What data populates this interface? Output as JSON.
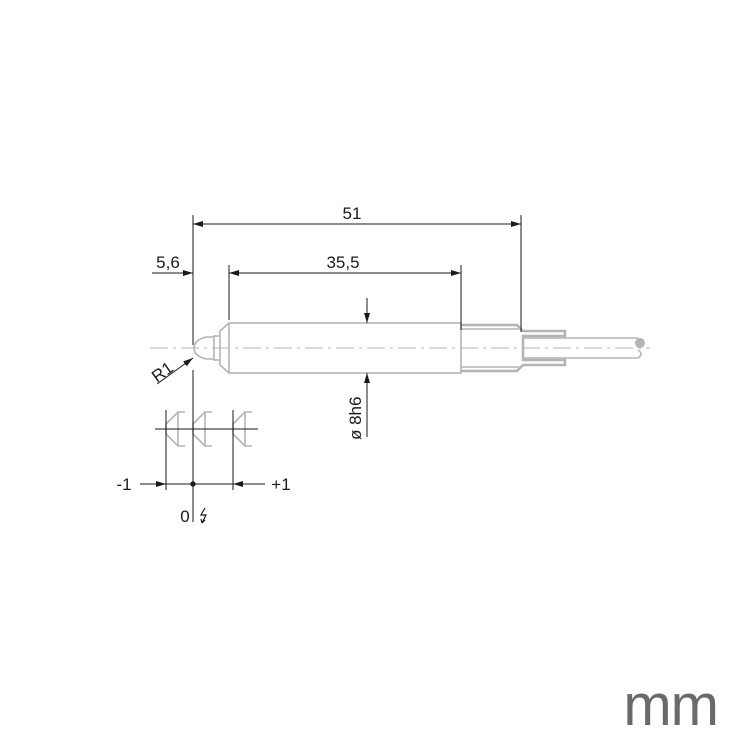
{
  "dimensions": {
    "overall_length": "51",
    "tip_offset": "5,6",
    "body_length": "35,5",
    "diameter": "ø 8h6",
    "tip_radius": "R1",
    "travel_minus": "-1",
    "travel_plus": "+1",
    "zero": "0",
    "zero_symbol": "lightning-icon"
  },
  "unit": "mm",
  "colors": {
    "line": "#1a1a1a",
    "part": "#b4b4b4",
    "unit_text": "#6a6a6a"
  }
}
